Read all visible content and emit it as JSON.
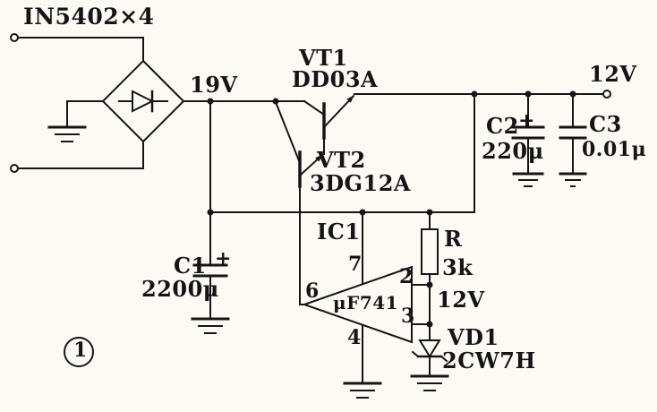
{
  "schematic": {
    "figure_number": "1",
    "bridge": {
      "part": "IN5402×4"
    },
    "nodes": {
      "unregulated": "19V",
      "output": "12V",
      "reference": "12V"
    },
    "transistors": {
      "vt1": {
        "ref": "VT1",
        "part": "DD03A"
      },
      "vt2": {
        "ref": "VT2",
        "part": "3DG12A"
      }
    },
    "capacitors": {
      "c1": {
        "ref": "C1",
        "value": "2200μ",
        "polarity": "+"
      },
      "c2": {
        "ref": "C2",
        "value": "220μ",
        "polarity": "+"
      },
      "c3": {
        "ref": "C3",
        "value": "0.01μ"
      }
    },
    "resistor": {
      "ref": "R",
      "value": "3k"
    },
    "opamp": {
      "ref": "IC1",
      "part": "μF741",
      "pins": {
        "out": "6",
        "vplus": "7",
        "vminus": "4",
        "inv": "2",
        "noninv": "3"
      }
    },
    "zener": {
      "ref": "VD1",
      "part": "2CW7H"
    },
    "colors": {
      "ink": "#151515",
      "paper": "#fbfaf5"
    }
  }
}
